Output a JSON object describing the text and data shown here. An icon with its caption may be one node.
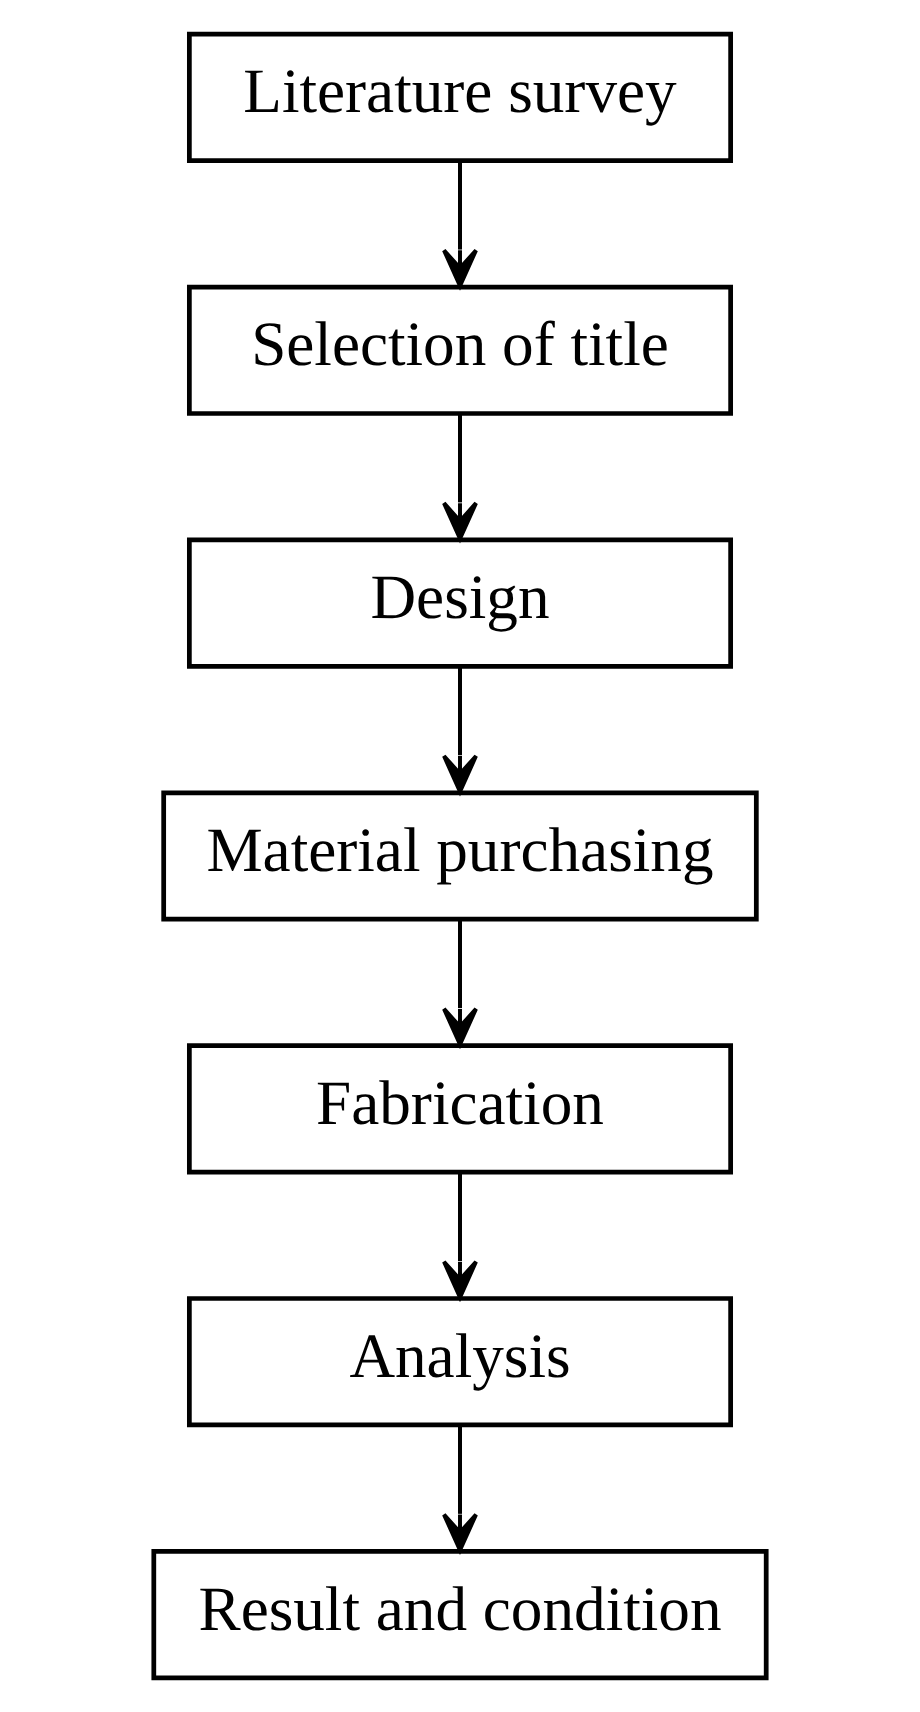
{
  "diagram": {
    "nodes": [
      {
        "text": [
          "Literature survey"
        ]
      },
      {
        "text": [
          "Selection of title"
        ]
      },
      {
        "text": [
          "Design"
        ]
      },
      {
        "text": [
          "Material purchasing"
        ]
      },
      {
        "text": [
          "Fabrication"
        ]
      },
      {
        "text": [
          "Analysis"
        ]
      },
      {
        "text": [
          "Result and condition"
        ]
      }
    ],
    "edges": [
      {
        "from": 0,
        "to": 1,
        "arrow": "to"
      },
      {
        "from": 1,
        "to": 2,
        "arrow": "to"
      },
      {
        "from": 2,
        "to": 3,
        "arrow": "to"
      },
      {
        "from": 3,
        "to": 4,
        "arrow": "to"
      },
      {
        "from": 4,
        "to": 5,
        "arrow": "to"
      },
      {
        "from": 5,
        "to": 6,
        "arrow": "to"
      }
    ]
  }
}
